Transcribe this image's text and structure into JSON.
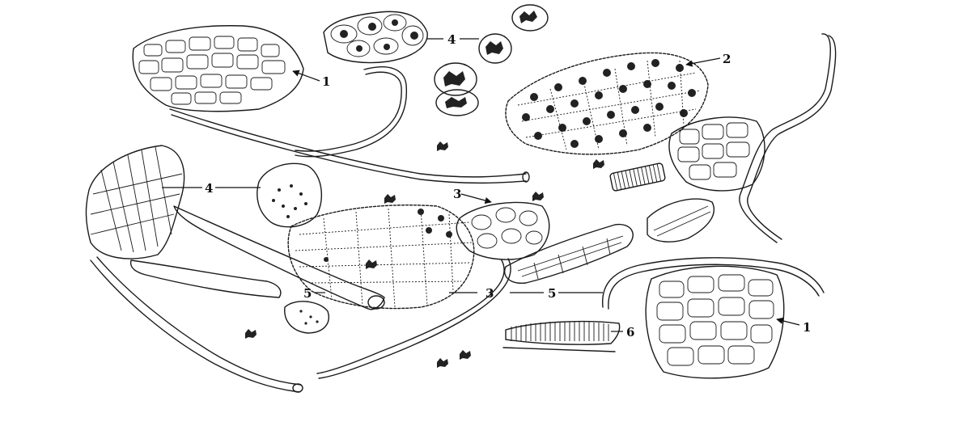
{
  "figure": {
    "labels": [
      {
        "id": "callout-1a",
        "text": "1"
      },
      {
        "id": "callout-1b",
        "text": "1"
      },
      {
        "id": "callout-2",
        "text": "2"
      },
      {
        "id": "callout-3a",
        "text": "3"
      },
      {
        "id": "callout-3b",
        "text": "3"
      },
      {
        "id": "callout-4a",
        "text": "4"
      },
      {
        "id": "callout-4b",
        "text": "4"
      },
      {
        "id": "callout-5a",
        "text": "5"
      },
      {
        "id": "callout-5b",
        "text": "5"
      },
      {
        "id": "callout-6",
        "text": "6"
      }
    ],
    "ink_color": "#1a1a1a",
    "background_color": "#ffffff"
  }
}
